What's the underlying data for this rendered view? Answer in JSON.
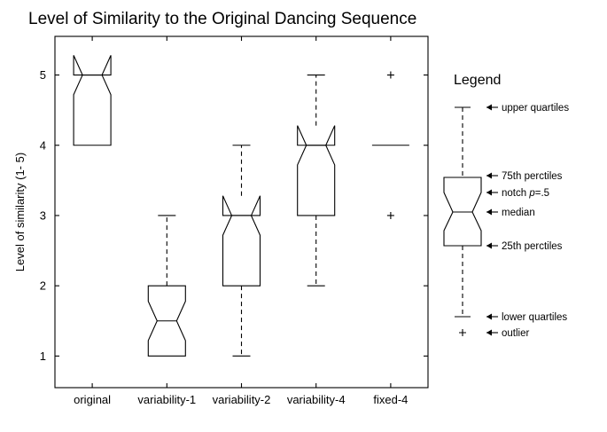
{
  "chart_data": {
    "type": "boxplot",
    "title": "Level of Similarity to the Original Dancing Sequence",
    "xlabel": "",
    "ylabel": "Level of similarity (1- 5)",
    "ylim": [
      0.55,
      5.55
    ],
    "yticks": [
      1,
      2,
      3,
      4,
      5
    ],
    "notched": true,
    "categories": [
      "original",
      "variability-1",
      "variability-2",
      "variability-4",
      "fixed-4"
    ],
    "boxes": [
      {
        "category": "original",
        "lower_whisker": 4,
        "q1": 4,
        "median": 5,
        "q3": 5,
        "upper_whisker": 5,
        "notch_low": 4.72,
        "notch_high": 5.28,
        "outliers": []
      },
      {
        "category": "variability-1",
        "lower_whisker": 1,
        "q1": 1,
        "median": 1.5,
        "q3": 2,
        "upper_whisker": 3,
        "notch_low": 1.22,
        "notch_high": 1.78,
        "outliers": []
      },
      {
        "category": "variability-2",
        "lower_whisker": 1,
        "q1": 2,
        "median": 3,
        "q3": 3,
        "upper_whisker": 4,
        "notch_low": 2.72,
        "notch_high": 3.28,
        "outliers": []
      },
      {
        "category": "variability-4",
        "lower_whisker": 2,
        "q1": 3,
        "median": 4,
        "q3": 4,
        "upper_whisker": 5,
        "notch_low": 3.72,
        "notch_high": 4.28,
        "outliers": []
      },
      {
        "category": "fixed-4",
        "lower_whisker": 4,
        "q1": 4,
        "median": 4,
        "q3": 4,
        "upper_whisker": 4,
        "notch_low": 4,
        "notch_high": 4,
        "outliers": [
          5,
          3
        ]
      }
    ],
    "legend": {
      "title": "Legend",
      "labels": {
        "upper": "upper quartiles",
        "q3": "75th perctiles",
        "notch_prefix": "notch ",
        "notch_p": "p",
        "notch_suffix": "=.5",
        "median": "median",
        "q1": "25th perctiles",
        "lower": "lower quartiles",
        "outlier": "outlier"
      }
    }
  }
}
